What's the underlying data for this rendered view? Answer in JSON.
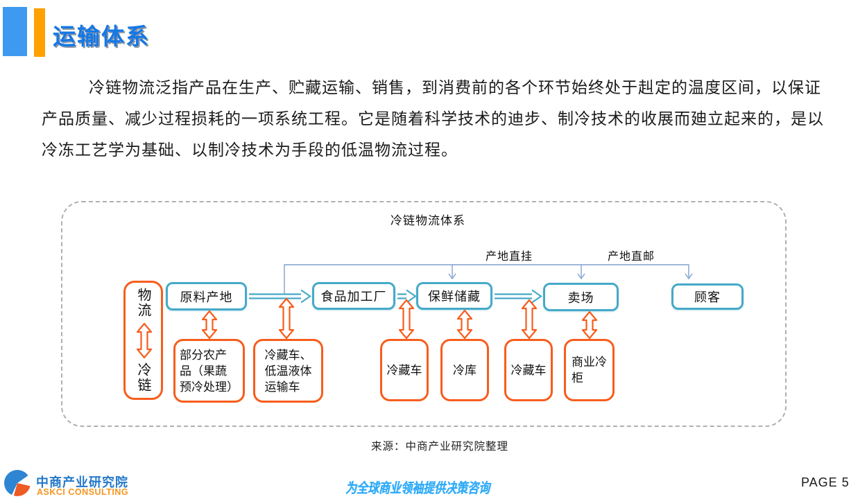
{
  "header": {
    "title": "运输体系"
  },
  "paragraph": {
    "lines": [
      "冷链物流泛指产品在生产、贮藏运输、销售，到消费前的各个环节始终处于赳定的温度区间，以保证",
      "产品质量、减少过程损耗的一项系统工程。它是随着科学技术的迪步、制冷技术的收展而廸立起来的，是以",
      "冷冻工艺学为基础、以制冷技术为手段的低温物流过程。"
    ]
  },
  "diagram": {
    "title": "冷链物流体系",
    "flow_labels": {
      "direct_hang": "产地直挂",
      "direct_mail": "产地直邮"
    },
    "side_box": {
      "top": "物流",
      "bottom": "冷链"
    },
    "process_boxes": [
      "原料产地",
      "食品加工厂",
      "保鲜储藏",
      "卖场",
      "顾客"
    ],
    "support_boxes": [
      "部分农产\n品（果蔬\n预冷处理）",
      "冷藏车、\n低温液体\n运输车",
      "冷藏车",
      "冷库",
      "冷藏车",
      "商业冷\n柜"
    ],
    "source": "来源：中商产业研究院整理",
    "colors": {
      "process_border": "#46A9C8",
      "support_border": "#F75D1C",
      "rail_line": "#7FA0CF"
    }
  },
  "footer": {
    "logo_title": "中商产业研究院",
    "logo_subtitle": "ASKCI CONSULTING",
    "slogan": "为全球商业领袖提供决策咨询",
    "page_label": "PAGE 5"
  }
}
